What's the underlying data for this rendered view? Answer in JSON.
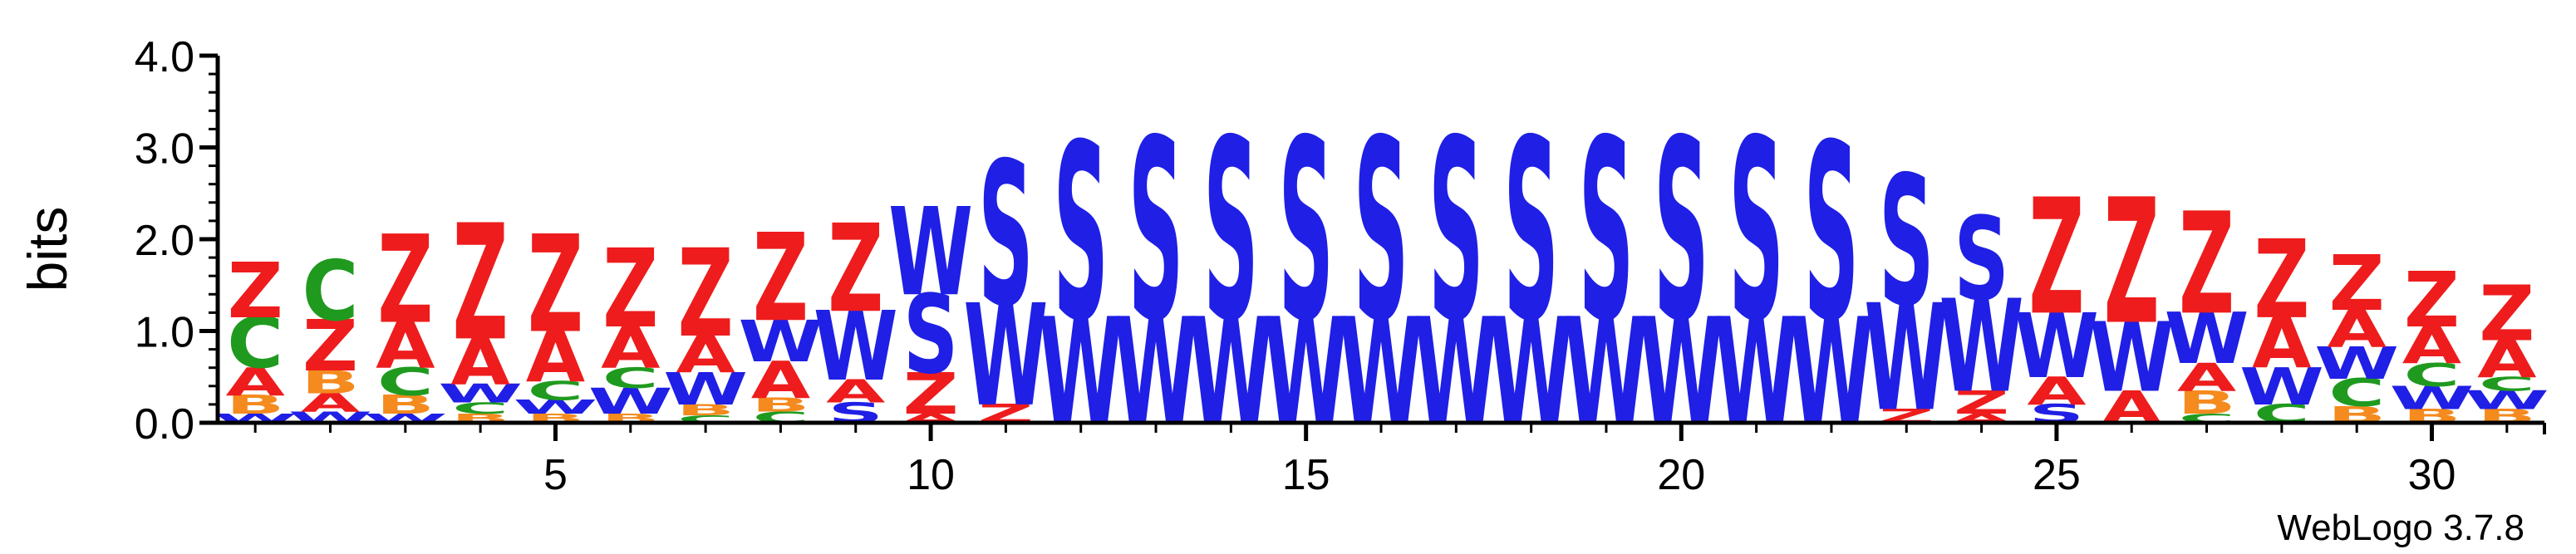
{
  "chart_data": {
    "type": "sequence_logo",
    "ylabel": "bits",
    "ylim": [
      0,
      4.0
    ],
    "y_ticks": [
      "0.0",
      "1.0",
      "2.0",
      "3.0",
      "4.0"
    ],
    "y_tick_values": [
      0,
      1,
      2,
      3,
      4
    ],
    "x_ticks": [
      "5",
      "10",
      "15",
      "20",
      "25",
      "30"
    ],
    "x_tick_values": [
      5,
      10,
      15,
      20,
      25,
      30
    ],
    "positions": 31,
    "credit": "WebLogo 3.7.8",
    "colors": {
      "S": "#1f1fe6",
      "W": "#1f1fe6",
      "Z": "#ee1c1c",
      "A": "#ee1c1c",
      "C": "#1f9a1f",
      "B": "#f58a1e"
    },
    "stacks": [
      [
        [
          "W",
          0.1
        ],
        [
          "B",
          0.2
        ],
        [
          "A",
          0.3
        ],
        [
          "C",
          0.55
        ],
        [
          "Z",
          0.6
        ]
      ],
      [
        [
          "W",
          0.12
        ],
        [
          "A",
          0.2
        ],
        [
          "B",
          0.25
        ],
        [
          "Z",
          0.55
        ],
        [
          "C",
          0.65
        ]
      ],
      [
        [
          "W",
          0.1
        ],
        [
          "B",
          0.2
        ],
        [
          "C",
          0.3
        ],
        [
          "A",
          0.5
        ],
        [
          "Z",
          0.95
        ]
      ],
      [
        [
          "B",
          0.1
        ],
        [
          "C",
          0.12
        ],
        [
          "W",
          0.2
        ],
        [
          "A",
          0.5
        ],
        [
          "Z",
          1.25
        ]
      ],
      [
        [
          "B",
          0.1
        ],
        [
          "W",
          0.15
        ],
        [
          "C",
          0.2
        ],
        [
          "A",
          0.55
        ],
        [
          "Z",
          1.05
        ]
      ],
      [
        [
          "B",
          0.1
        ],
        [
          "W",
          0.28
        ],
        [
          "C",
          0.22
        ],
        [
          "A",
          0.45
        ],
        [
          "Z",
          0.85
        ]
      ],
      [
        [
          "C",
          0.08
        ],
        [
          "B",
          0.12
        ],
        [
          "W",
          0.35
        ],
        [
          "A",
          0.4
        ],
        [
          "Z",
          0.95
        ]
      ],
      [
        [
          "C",
          0.12
        ],
        [
          "B",
          0.15
        ],
        [
          "A",
          0.4
        ],
        [
          "W",
          0.45
        ],
        [
          "Z",
          0.95
        ]
      ],
      [
        [
          "S",
          0.22
        ],
        [
          "A",
          0.25
        ],
        [
          "W",
          0.75
        ],
        [
          "Z",
          0.95
        ]
      ],
      [
        [
          "A",
          0.1
        ],
        [
          "Z",
          0.45
        ],
        [
          "S",
          0.85
        ],
        [
          "W",
          0.95
        ]
      ],
      [
        [
          "Z",
          0.2
        ],
        [
          "W",
          1.1
        ],
        [
          "S",
          1.55
        ]
      ],
      [
        [
          "W",
          1.15
        ],
        [
          "S",
          1.9
        ]
      ],
      [
        [
          "W",
          1.15
        ],
        [
          "S",
          1.95
        ]
      ],
      [
        [
          "W",
          1.15
        ],
        [
          "S",
          1.95
        ]
      ],
      [
        [
          "W",
          1.15
        ],
        [
          "S",
          1.95
        ]
      ],
      [
        [
          "W",
          1.15
        ],
        [
          "S",
          1.95
        ]
      ],
      [
        [
          "W",
          1.15
        ],
        [
          "S",
          1.95
        ]
      ],
      [
        [
          "W",
          1.15
        ],
        [
          "S",
          1.95
        ]
      ],
      [
        [
          "W",
          1.15
        ],
        [
          "S",
          1.95
        ]
      ],
      [
        [
          "W",
          1.15
        ],
        [
          "S",
          1.95
        ]
      ],
      [
        [
          "W",
          1.15
        ],
        [
          "S",
          1.95
        ]
      ],
      [
        [
          "W",
          1.15
        ],
        [
          "S",
          1.9
        ]
      ],
      [
        [
          "Z",
          0.15
        ],
        [
          "W",
          1.15
        ],
        [
          "S",
          1.4
        ]
      ],
      [
        [
          "A",
          0.1
        ],
        [
          "Z",
          0.25
        ],
        [
          "W",
          1.0
        ],
        [
          "S",
          0.9
        ]
      ],
      [
        [
          "S",
          0.2
        ],
        [
          "A",
          0.3
        ],
        [
          "W",
          0.7
        ],
        [
          "Z",
          1.25
        ]
      ],
      [
        [
          "A",
          0.35
        ],
        [
          "W",
          0.75
        ],
        [
          "Z",
          1.35
        ]
      ],
      [
        [
          "C",
          0.1
        ],
        [
          "B",
          0.25
        ],
        [
          "A",
          0.3
        ],
        [
          "W",
          0.55
        ],
        [
          "Z",
          1.1
        ]
      ],
      [
        [
          "C",
          0.2
        ],
        [
          "W",
          0.4
        ],
        [
          "A",
          0.55
        ],
        [
          "Z",
          0.85
        ]
      ],
      [
        [
          "B",
          0.18
        ],
        [
          "C",
          0.3
        ],
        [
          "W",
          0.35
        ],
        [
          "A",
          0.4
        ],
        [
          "Z",
          0.6
        ]
      ],
      [
        [
          "B",
          0.15
        ],
        [
          "W",
          0.25
        ],
        [
          "C",
          0.25
        ],
        [
          "A",
          0.4
        ],
        [
          "Z",
          0.6
        ]
      ],
      [
        [
          "B",
          0.15
        ],
        [
          "W",
          0.2
        ],
        [
          "C",
          0.15
        ],
        [
          "A",
          0.4
        ],
        [
          "Z",
          0.6
        ]
      ]
    ]
  }
}
